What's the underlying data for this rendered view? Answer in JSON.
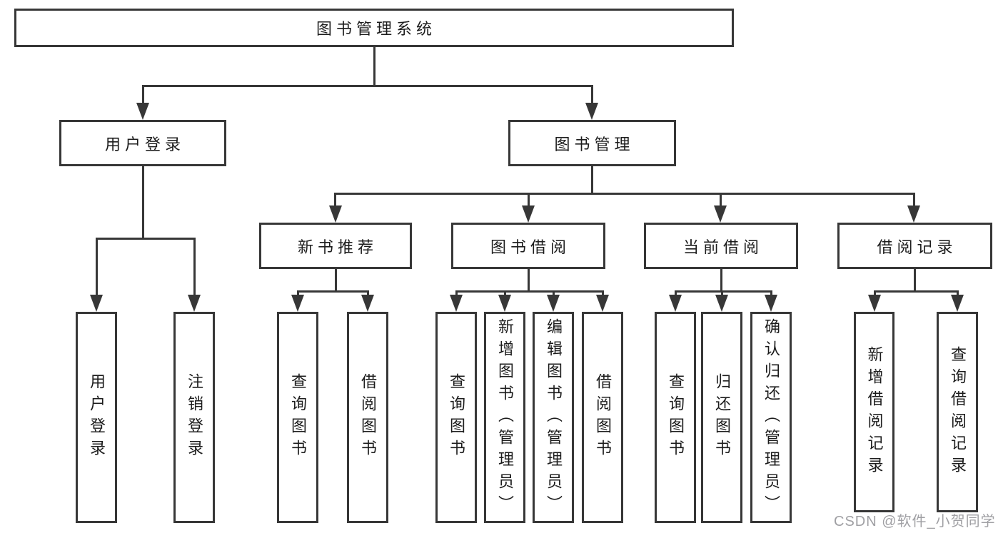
{
  "diagram": {
    "root": "图书管理系统",
    "branches": [
      {
        "label": "用户登录",
        "leaves": [
          "用户登录",
          "注销登录"
        ]
      },
      {
        "label": "图书管理",
        "children": [
          {
            "label": "新书推荐",
            "leaves": [
              "查询图书",
              "借阅图书"
            ]
          },
          {
            "label": "图书借阅",
            "leaves": [
              "查询图书",
              "新增图书（管理员）",
              "编辑图书（管理员）",
              "借阅图书"
            ]
          },
          {
            "label": "当前借阅",
            "leaves": [
              "查询图书",
              "归还图书",
              "确认归还（管理员）"
            ]
          },
          {
            "label": "借阅记录",
            "leaves": [
              "新增借阅记录",
              "查询借阅记录"
            ]
          }
        ]
      }
    ]
  },
  "watermark": {
    "text": "CSDN @软件_小贺同学"
  },
  "colors": {
    "line": "#373737",
    "border": "#373737",
    "bg": "#ffffff",
    "text": "#1c1c1c",
    "watermark": "#a0a0a4"
  }
}
